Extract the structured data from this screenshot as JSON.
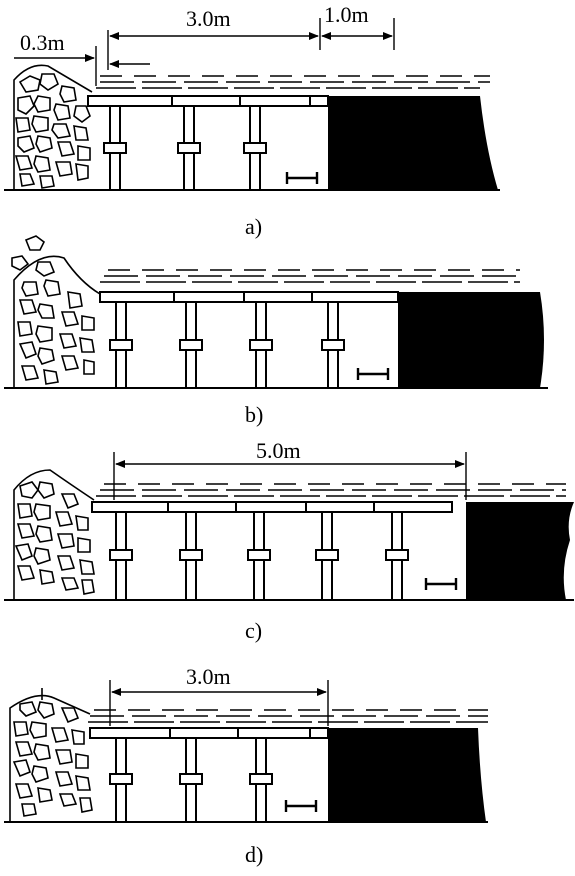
{
  "panels": [
    {
      "caption": "a)",
      "dimensions": [
        {
          "label": "0.3m"
        },
        {
          "label": "3.0m"
        },
        {
          "label": "1.0m"
        }
      ]
    },
    {
      "caption": "b)",
      "dimensions": []
    },
    {
      "caption": "c)",
      "dimensions": [
        {
          "label": "5.0m"
        }
      ]
    },
    {
      "caption": "d)",
      "dimensions": [
        {
          "label": "3.0m"
        }
      ]
    }
  ]
}
